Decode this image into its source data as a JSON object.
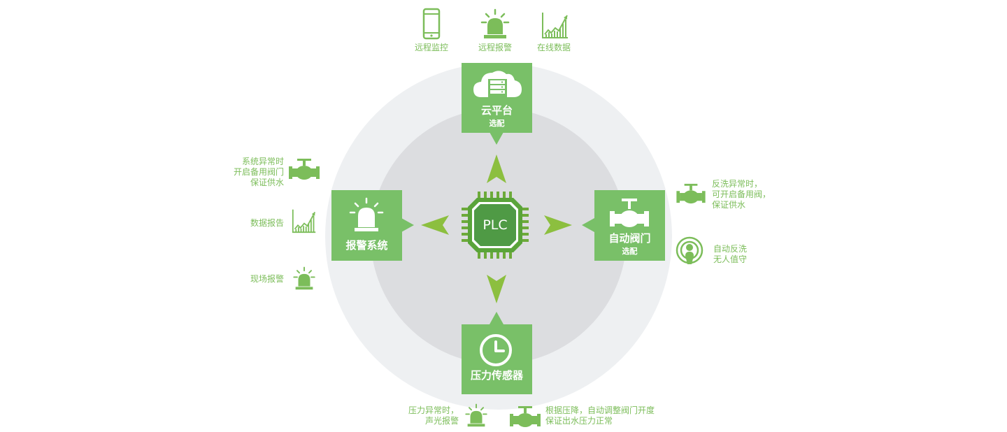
{
  "center": {
    "label": "PLC"
  },
  "top_icons": [
    {
      "label": "远程监控",
      "icon": "phone-icon"
    },
    {
      "label": "远程报警",
      "icon": "alarm-icon"
    },
    {
      "label": "在线数据",
      "icon": "chart-icon"
    }
  ],
  "boxes": {
    "top": {
      "title": "云平台",
      "sub": "选配",
      "icon": "cloud-server-icon"
    },
    "left": {
      "title": "报警系统",
      "icon": "alarm-icon"
    },
    "right": {
      "title": "自动阀门",
      "sub": "选配",
      "icon": "valve-icon"
    },
    "bottom": {
      "title": "压力传感器",
      "icon": "clock-icon"
    }
  },
  "left_items": [
    {
      "lines": [
        "系统异常时",
        "开启备用阀门",
        "保证供水"
      ],
      "icon": "valve-icon"
    },
    {
      "lines": [
        "数据报告"
      ],
      "icon": "chart-icon"
    },
    {
      "lines": [
        "现场报警"
      ],
      "icon": "alarm-icon"
    }
  ],
  "right_items": [
    {
      "lines": [
        "反洗异常时，",
        "可开启备用阀，",
        "保证供水"
      ],
      "icon": "valve-icon"
    },
    {
      "lines": [
        "自动反洗",
        "无人值守"
      ],
      "icon": "signal-person-icon"
    }
  ],
  "bottom_items": [
    {
      "lines": [
        "压力异常时，",
        "声光报警"
      ],
      "icon": "alarm-icon"
    },
    {
      "lines": [
        "根据压降，自动调整阀门开度",
        "保证出水压力正常"
      ],
      "icon": "valve-icon"
    }
  ],
  "colors": {
    "box_green": "#79c068",
    "arrow_green": "#8cbf3f",
    "text_green": "#7cbd5a",
    "chip_green": "#4f9a45",
    "ring_outer": "#eef0f2",
    "ring_inner": "#dcdde0"
  }
}
